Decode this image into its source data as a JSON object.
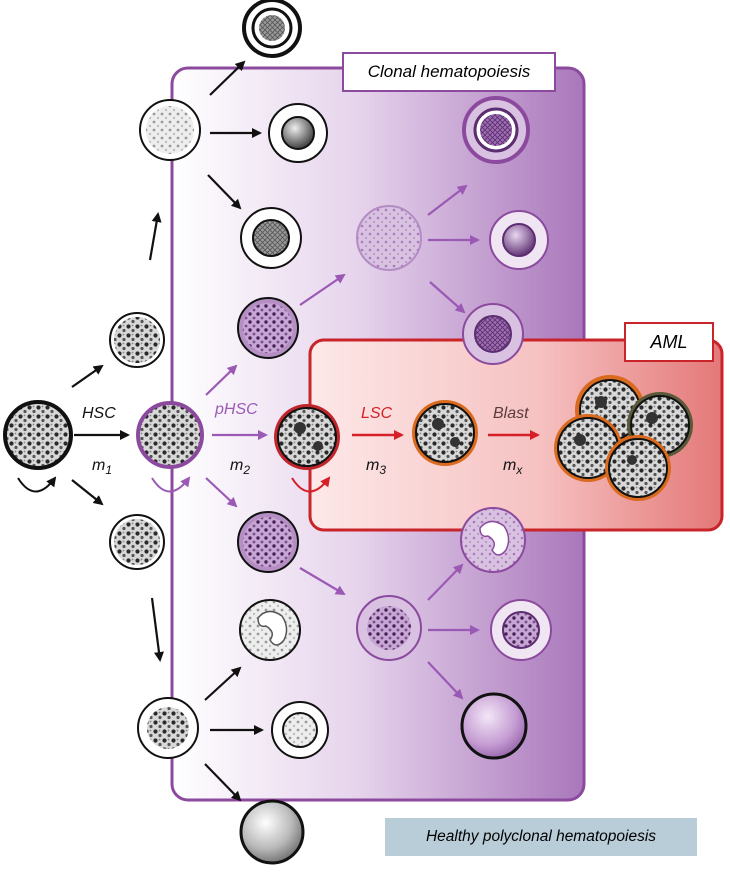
{
  "boxes": {
    "clonal": "Clonal hematopoiesis",
    "aml": "AML",
    "healthy": "Healthy polyclonal hematopoiesis"
  },
  "stages": {
    "hsc": "HSC",
    "m1": "m",
    "m1_sub": "1",
    "phsc": "pHSC",
    "m2": "m",
    "m2_sub": "2",
    "lsc": "LSC",
    "m3": "m",
    "m3_sub": "3",
    "blast": "Blast",
    "mx": "m",
    "mx_sub": "x"
  },
  "colors": {
    "purple": "#9b59b6",
    "purple_dark": "#8c4a9e",
    "red": "#d61f26",
    "orange": "#d96a1e",
    "healthy_box": "#b9cdd8"
  }
}
